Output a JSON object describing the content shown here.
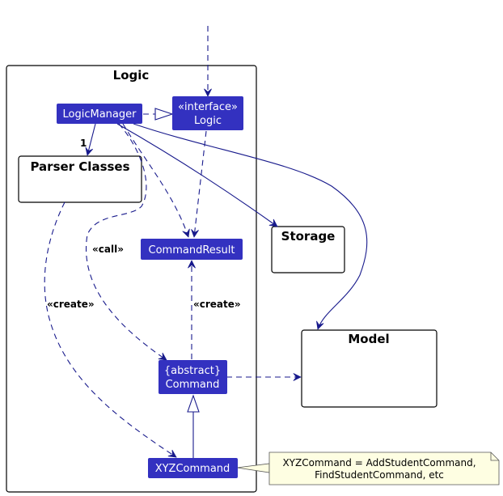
{
  "diagram": {
    "type": "uml-class-diagram",
    "colors": {
      "class_fill": "#3331c0",
      "class_text": "#ffffff",
      "edge": "#181a8c",
      "package_border": "#000000",
      "note_fill": "#fefee2"
    },
    "packages": {
      "logic": "Logic",
      "parser_classes": "Parser Classes",
      "storage": "Storage",
      "model": "Model"
    },
    "classes": {
      "logic_manager": "LogicManager",
      "logic_interface_stereotype": "«interface»",
      "logic_interface": "Logic",
      "command_result": "CommandResult",
      "command_stereotype": "{abstract}",
      "command": "Command",
      "xyz_command": "XYZCommand"
    },
    "labels": {
      "multiplicity_one": "1",
      "call": "«call»",
      "create_left": "«create»",
      "create_right": "«create»"
    },
    "note": {
      "line1": "XYZCommand = AddStudentCommand,",
      "line2": "FindStudentCommand, etc"
    }
  }
}
